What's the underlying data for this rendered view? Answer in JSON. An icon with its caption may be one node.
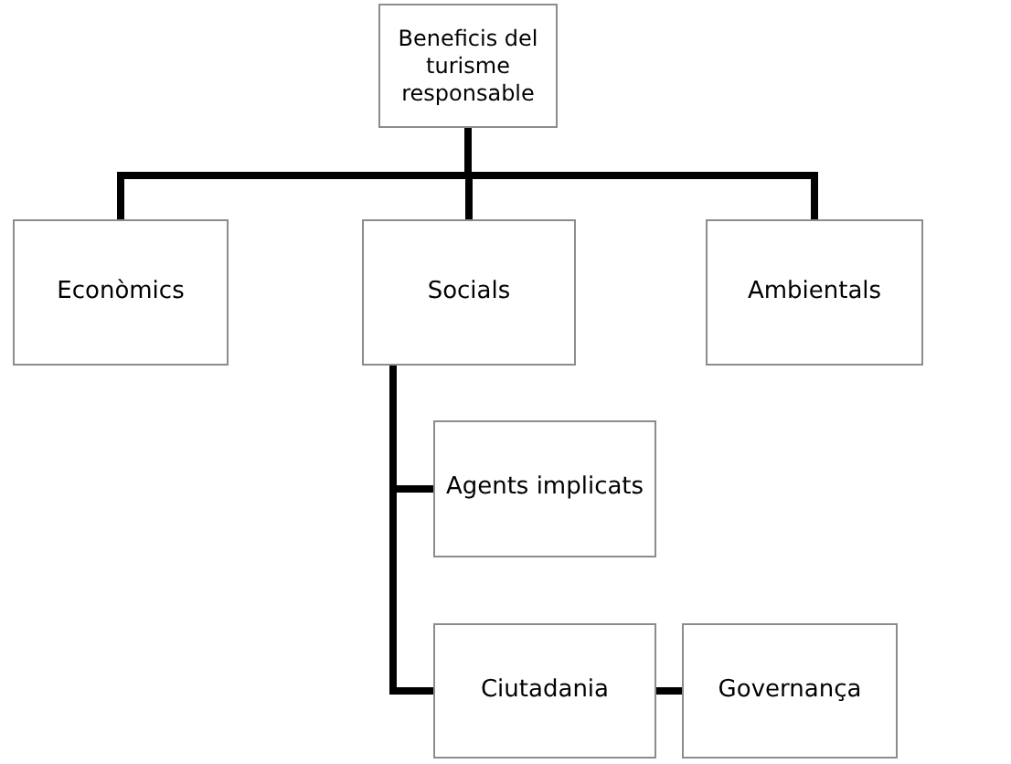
{
  "diagram": {
    "nodes": [
      {
        "text": [
          "Beneficis del turisme responsable"
        ]
      },
      {
        "text": [
          "Econòmics"
        ]
      },
      {
        "text": [
          "Socials"
        ]
      },
      {
        "text": [
          "Ambientals"
        ]
      },
      {
        "text": [
          "Agents implicats"
        ]
      },
      {
        "text": [
          "Ciutadania"
        ]
      },
      {
        "text": [
          "Governança"
        ]
      }
    ],
    "edges": [
      {
        "from": 0,
        "to": 1,
        "arrow": "none"
      },
      {
        "from": 0,
        "to": 2,
        "arrow": "none"
      },
      {
        "from": 0,
        "to": 3,
        "arrow": "none"
      },
      {
        "from": 2,
        "to": 4,
        "arrow": "none"
      },
      {
        "from": 2,
        "to": 5,
        "arrow": "none"
      },
      {
        "from": 5,
        "to": 6,
        "arrow": "none"
      }
    ]
  }
}
